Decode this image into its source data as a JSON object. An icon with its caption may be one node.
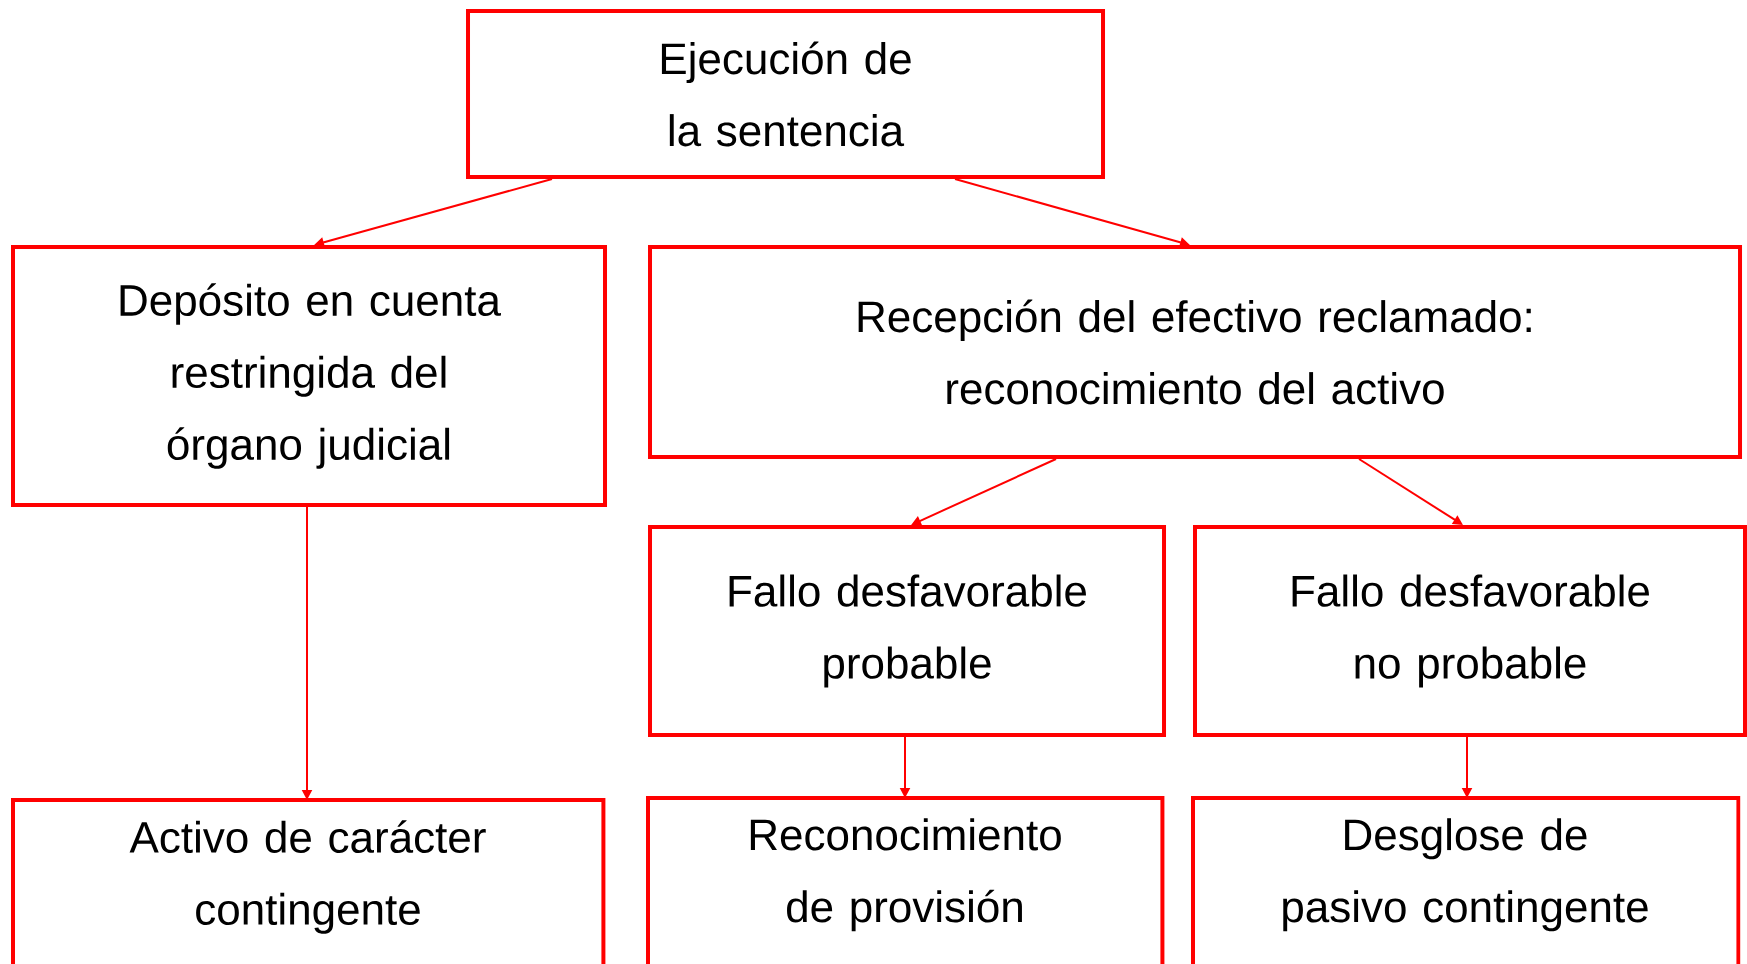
{
  "diagram": {
    "nodes": [
      {
        "text": [
          "Ejecución de la sentencia"
        ]
      },
      {
        "text": [
          "Depósito en cuenta restringida del órgano judicial"
        ]
      },
      {
        "text": [
          "Recepción del efectivo reclamado: reconocimiento del activo"
        ]
      },
      {
        "text": [
          "Fallo desfavorable probable"
        ]
      },
      {
        "text": [
          "Fallo desfavorable no probable"
        ]
      },
      {
        "text": [
          "Activo de carácter contingente"
        ]
      },
      {
        "text": [
          "Reconocimiento de provisión"
        ]
      },
      {
        "text": [
          "Desglose de pasivo contingente"
        ]
      }
    ],
    "edges": [
      {
        "from": 0,
        "to": 1,
        "arrow": "to"
      },
      {
        "from": 0,
        "to": 2,
        "arrow": "to"
      },
      {
        "from": 2,
        "to": 3,
        "arrow": "to"
      },
      {
        "from": 2,
        "to": 4,
        "arrow": "to"
      },
      {
        "from": 1,
        "to": 5,
        "arrow": "to"
      },
      {
        "from": 3,
        "to": 6,
        "arrow": "to"
      },
      {
        "from": 4,
        "to": 7,
        "arrow": "to"
      }
    ]
  }
}
